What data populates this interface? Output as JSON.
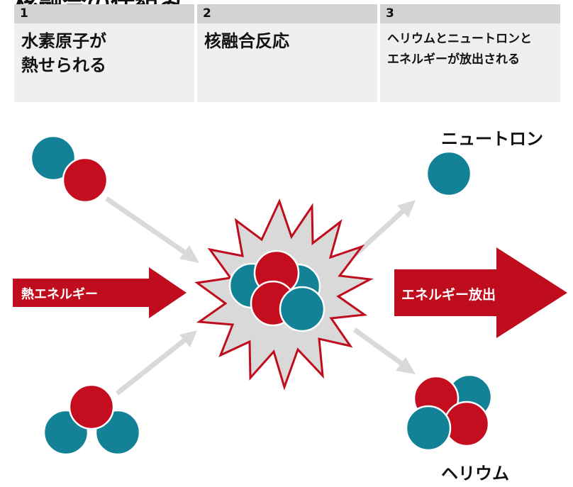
{
  "title": "核融合の仕組み",
  "steps": [
    {
      "number": "1",
      "text": "水素原子が\n熱せられる"
    },
    {
      "number": "2",
      "text": "核融合反応"
    },
    {
      "number": "3",
      "text": "ヘリウムとニュートロンと\nエネルギーが放出される"
    }
  ],
  "labels": {
    "heat_energy": "熱エネルギー",
    "energy_release": "エネルギー放出",
    "neutron": "ニュートロン",
    "helium": "ヘリウム"
  },
  "colors": {
    "proton": "#c40d1e",
    "neutron": "#138196",
    "arrow_red": "#c00d1e",
    "arrow_gray": "#d9d9d9",
    "burst_fill": "#d9d9d9",
    "burst_stroke": "#c00d1e"
  }
}
